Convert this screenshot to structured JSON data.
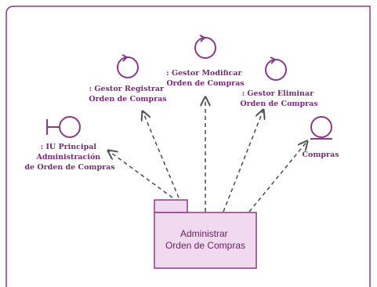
{
  "diagram": {
    "package": {
      "lines": [
        "Administrar",
        "Orden de Compras"
      ],
      "fill": "#f1d9ef",
      "stroke": "#8a3a88"
    },
    "elements": [
      {
        "id": "iu",
        "kind": "boundary",
        "icon": "boundary-icon",
        "lines": [
          ": IU Principal",
          "Administración",
          "de Orden de Compras"
        ]
      },
      {
        "id": "registrar",
        "kind": "control",
        "icon": "control-icon",
        "lines": [
          ": Gestor Registrar",
          "Orden de Compras"
        ]
      },
      {
        "id": "modificar",
        "kind": "control",
        "icon": "control-icon",
        "lines": [
          ": Gestor Modificar",
          "Orden de Compras"
        ]
      },
      {
        "id": "eliminar",
        "kind": "control",
        "icon": "control-icon",
        "lines": [
          ": Gestor Eliminar",
          "Orden de Compras"
        ]
      },
      {
        "id": "compras",
        "kind": "entity",
        "icon": "entity-icon",
        "lines": [
          "Compras"
        ]
      }
    ],
    "colors": {
      "frame": "#8a3a88",
      "label": "#7a2a78",
      "arrow": "#555555"
    }
  }
}
